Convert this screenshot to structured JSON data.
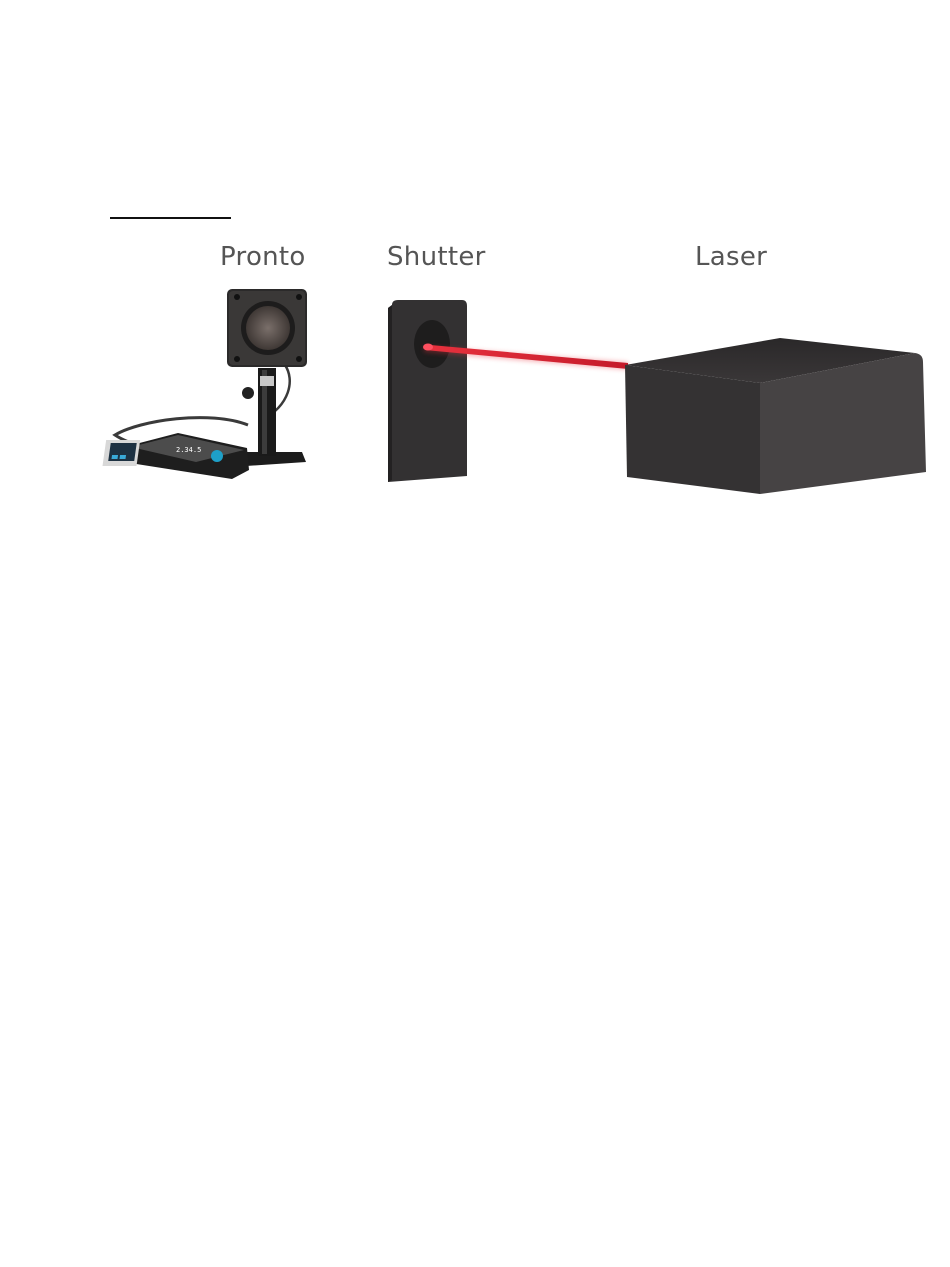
{
  "labels": {
    "pronto": "Pronto",
    "shutter": "Shutter",
    "laser": "Laser"
  },
  "meter_display": {
    "reading": "2.34.5"
  },
  "colors": {
    "beam": "#d8202e",
    "block": "#333132",
    "label_text": "#555555"
  },
  "icons": [
    "power-meter-icon",
    "shutter-block-icon",
    "laser-beam-icon",
    "laser-box-icon"
  ]
}
